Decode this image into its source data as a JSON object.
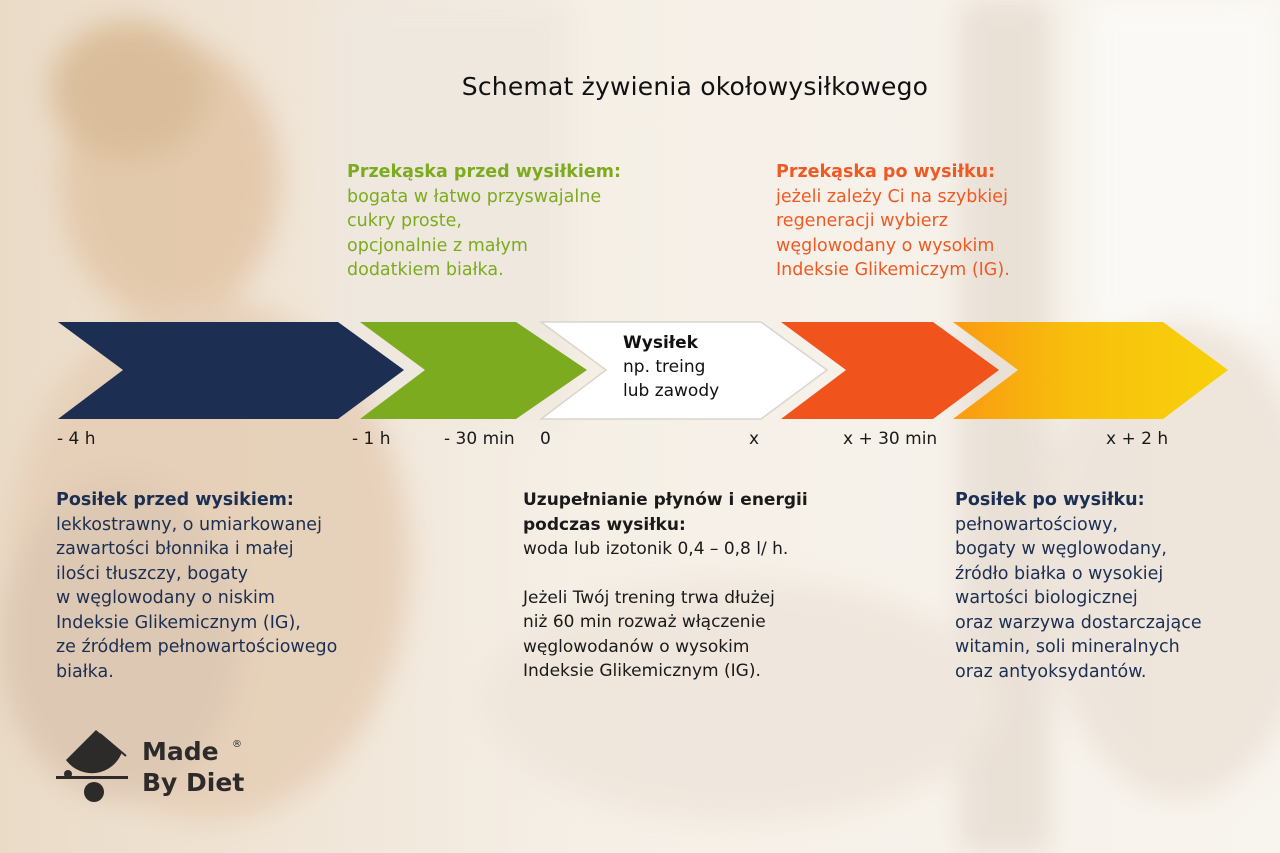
{
  "title": "Schemat żywienia okołowysiłkowego",
  "colors": {
    "navy": "#1c2f52",
    "green": "#7cab1f",
    "white": "#ffffff",
    "red_orange": "#f0531b",
    "orange": "#f99a12",
    "yellow": "#f8cb0b",
    "orange_text": "#ee5a24",
    "green_text": "#7cab1f"
  },
  "pre_snack": {
    "heading": "Przekąska przed wysiłkiem:",
    "lines": [
      "bogata w łatwo przyswajalne",
      "cukry proste,",
      "opcjonalnie z małym",
      "dodatkiem białka."
    ]
  },
  "post_snack": {
    "heading": "Przekąska po wysiłku:",
    "lines": [
      "jeżeli zależy Ci na szybkiej",
      "regeneracji wybierz",
      "węglowodany o wysokim",
      "Indeksie Glikemiczym (IG)."
    ]
  },
  "effort": {
    "heading": "Wysiłek",
    "lines": [
      "np. treing",
      "lub zawody"
    ]
  },
  "timeline": {
    "labels": [
      "- 4 h",
      "- 1 h",
      "- 30 min",
      "0",
      "x",
      "x + 30 min",
      "x + 2 h"
    ]
  },
  "pre_meal": {
    "heading": "Posiłek przed wysikiem:",
    "lines": [
      "lekkostrawny, o umiarkowanej",
      "zawartości błonnika i małej",
      "ilości tłuszczy, bogaty",
      "w węglowodany o niskim",
      "Indeksie Glikemicznym (IG),",
      "ze źródłem pełnowartościowego",
      "białka."
    ]
  },
  "during": {
    "heading_lines": [
      "Uzupełnianie płynów i energii",
      "podczas wysiłku:"
    ],
    "line": "woda lub izotonik 0,4 – 0,8 l/ h.",
    "para_lines": [
      "Jeżeli Twój trening trwa dłużej",
      "niż 60 min rozważ włączenie",
      "węglowodanów o wysokim",
      "Indeksie Glikemicznym (IG)."
    ]
  },
  "post_meal": {
    "heading": "Posiłek po wysiłku:",
    "lines": [
      "pełnowartościowy,",
      "bogaty w węglowodany,",
      "źródło białka o wysokiej",
      "wartości biologicznej",
      "oraz warzywa dostarczające",
      "witamin, soli mineralnych",
      "oraz antyoksydantów."
    ]
  },
  "logo": {
    "line1": "Made",
    "line2": "By Diet",
    "mark": "®",
    "icon": "made-by-diet-logo-icon"
  }
}
